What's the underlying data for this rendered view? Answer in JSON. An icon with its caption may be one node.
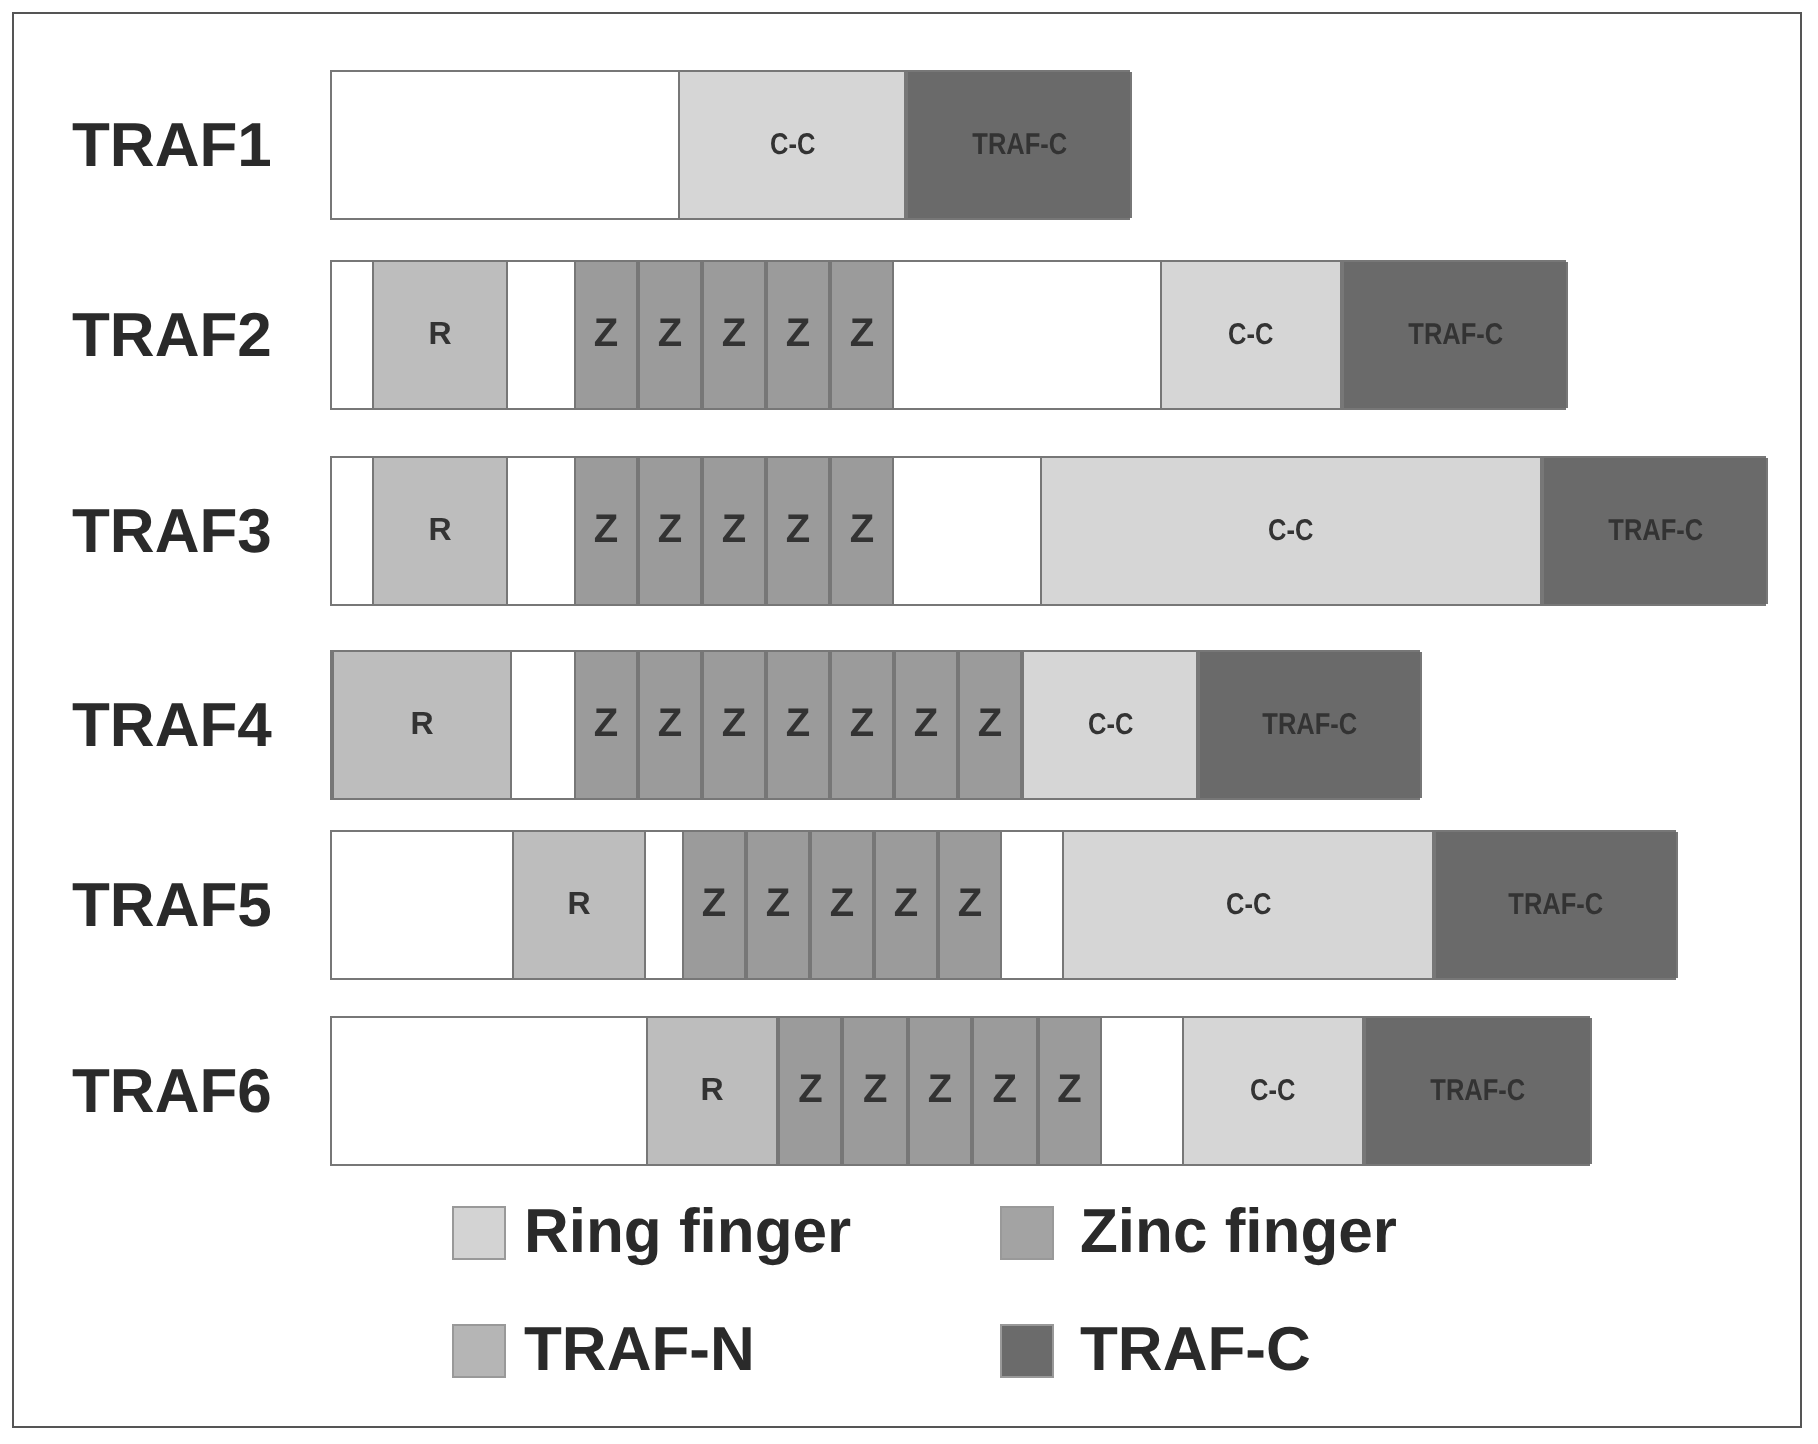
{
  "diagram": {
    "nodes": [
      {
        "text": [
          "TRAF1"
        ]
      },
      {
        "text": [
          "C-C"
        ],
        "in": 0
      },
      {
        "text": [
          "TRAF-C"
        ],
        "in": 0
      },
      {
        "text": [
          "TRAF2"
        ]
      },
      {
        "text": [
          "R"
        ],
        "in": 3
      },
      {
        "text": [
          "Z"
        ],
        "in": 3
      },
      {
        "text": [
          "Z"
        ],
        "in": 3
      },
      {
        "text": [
          "Z"
        ],
        "in": 3
      },
      {
        "text": [
          "Z"
        ],
        "in": 3
      },
      {
        "text": [
          "Z"
        ],
        "in": 3
      },
      {
        "text": [
          "C-C"
        ],
        "in": 3
      },
      {
        "text": [
          "TRAF-C"
        ],
        "in": 3
      },
      {
        "text": [
          "TRAF3"
        ]
      },
      {
        "text": [
          "R"
        ],
        "in": 12
      },
      {
        "text": [
          "Z"
        ],
        "in": 12
      },
      {
        "text": [
          "Z"
        ],
        "in": 12
      },
      {
        "text": [
          "Z"
        ],
        "in": 12
      },
      {
        "text": [
          "Z"
        ],
        "in": 12
      },
      {
        "text": [
          "Z"
        ],
        "in": 12
      },
      {
        "text": [
          "C-C"
        ],
        "in": 12
      },
      {
        "text": [
          "TRAF-C"
        ],
        "in": 12
      },
      {
        "text": [
          "TRAF4"
        ]
      },
      {
        "text": [
          "R"
        ],
        "in": 21
      },
      {
        "text": [
          "Z"
        ],
        "in": 21
      },
      {
        "text": [
          "Z"
        ],
        "in": 21
      },
      {
        "text": [
          "Z"
        ],
        "in": 21
      },
      {
        "text": [
          "Z"
        ],
        "in": 21
      },
      {
        "text": [
          "Z"
        ],
        "in": 21
      },
      {
        "text": [
          "Z"
        ],
        "in": 21
      },
      {
        "text": [
          "Z"
        ],
        "in": 21
      },
      {
        "text": [
          "C-C"
        ],
        "in": 21
      },
      {
        "text": [
          "TRAF-C"
        ],
        "in": 21
      },
      {
        "text": [
          "TRAF5"
        ]
      },
      {
        "text": [
          "R"
        ],
        "in": 32
      },
      {
        "text": [
          "Z"
        ],
        "in": 32
      },
      {
        "text": [
          "Z"
        ],
        "in": 32
      },
      {
        "text": [
          "Z"
        ],
        "in": 32
      },
      {
        "text": [
          "Z"
        ],
        "in": 32
      },
      {
        "text": [
          "Z"
        ],
        "in": 32
      },
      {
        "text": [
          "C-C"
        ],
        "in": 32
      },
      {
        "text": [
          "TRAF-C"
        ],
        "in": 32
      },
      {
        "text": [
          "TRAF6"
        ]
      },
      {
        "text": [
          "R"
        ],
        "in": 41
      },
      {
        "text": [
          "Z"
        ],
        "in": 41
      },
      {
        "text": [
          "Z"
        ],
        "in": 41
      },
      {
        "text": [
          "Z"
        ],
        "in": 41
      },
      {
        "text": [
          "Z"
        ],
        "in": 41
      },
      {
        "text": [
          "Z"
        ],
        "in": 41
      },
      {
        "text": [
          "C-C"
        ],
        "in": 41
      },
      {
        "text": [
          "TRAF-C"
        ],
        "in": 41
      }
    ],
    "legend": [
      {
        "text": "Ring finger",
        "color": "#d3d3d3"
      },
      {
        "text": "Zinc finger",
        "color": "#a3a3a3"
      },
      {
        "text": "TRAF-N",
        "color": "#b5b5b5"
      },
      {
        "text": "TRAF-C",
        "color": "#6b6b6b"
      }
    ]
  }
}
